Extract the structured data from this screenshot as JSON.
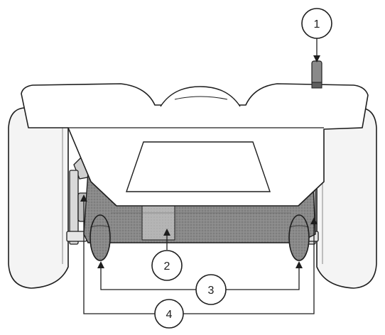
{
  "callouts": [
    {
      "id": "1",
      "label": "1"
    },
    {
      "id": "2",
      "label": "2"
    },
    {
      "id": "3",
      "label": "3"
    },
    {
      "id": "4",
      "label": "4"
    }
  ],
  "colors": {
    "ink": "#1e1e1e",
    "paper": "#ffffff",
    "tire": "#f4f4f4",
    "shade_dark": "#7c7c7c",
    "shade_mid": "#a9a9a9",
    "shade_light": "#c6c6c6"
  }
}
